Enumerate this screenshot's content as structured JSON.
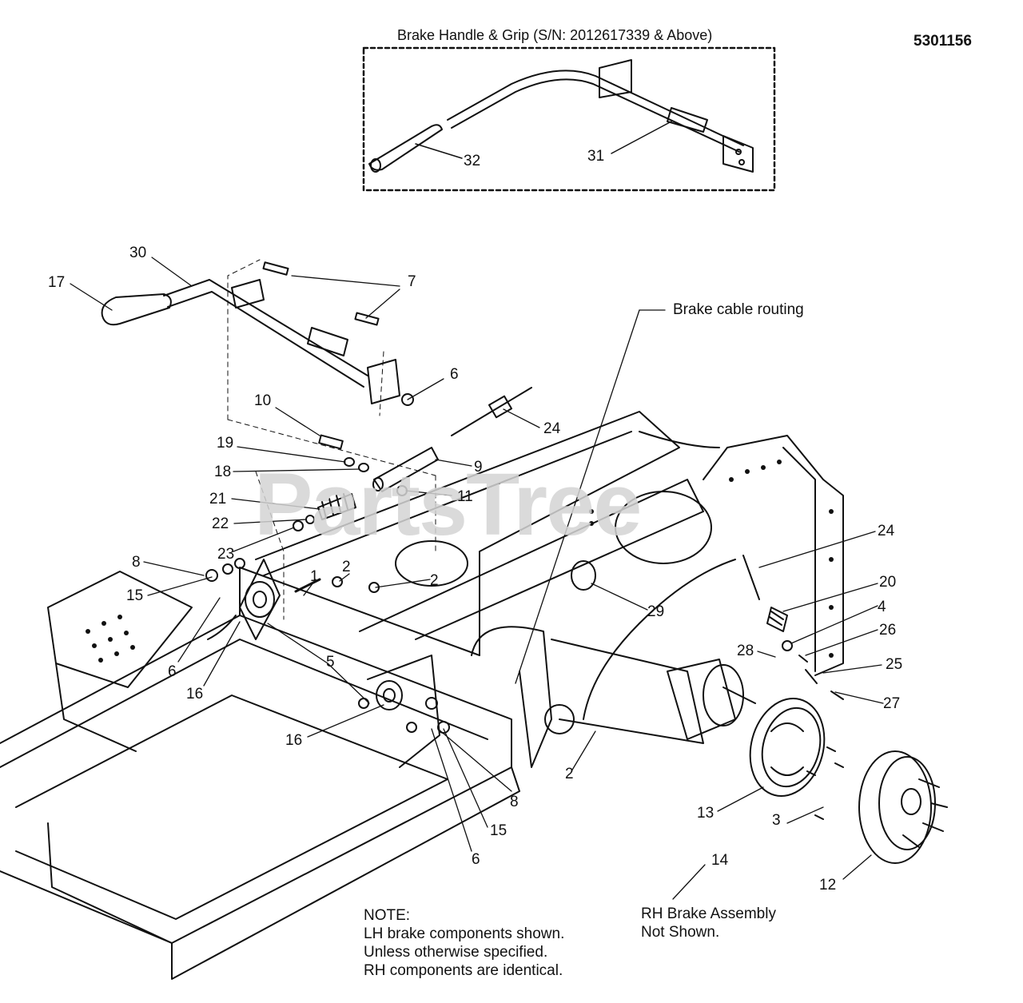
{
  "header": {
    "part_number": "5301156",
    "inset_title": "Brake Handle & Grip (S/N: 2012617339 & Above)"
  },
  "watermark": "PartsTree",
  "labels": {
    "brake_cable_routing": "Brake cable routing"
  },
  "callouts": [
    {
      "id": "c32",
      "text": "32"
    },
    {
      "id": "c31",
      "text": "31"
    },
    {
      "id": "c30",
      "text": "30"
    },
    {
      "id": "c17",
      "text": "17"
    },
    {
      "id": "c7",
      "text": "7"
    },
    {
      "id": "c6a",
      "text": "6"
    },
    {
      "id": "c24a",
      "text": "24"
    },
    {
      "id": "c10",
      "text": "10"
    },
    {
      "id": "c19",
      "text": "19"
    },
    {
      "id": "c18",
      "text": "18"
    },
    {
      "id": "c9",
      "text": "9"
    },
    {
      "id": "c21",
      "text": "21"
    },
    {
      "id": "c11",
      "text": "11"
    },
    {
      "id": "c22",
      "text": "22"
    },
    {
      "id": "c23",
      "text": "23"
    },
    {
      "id": "c24b",
      "text": "24"
    },
    {
      "id": "c8a",
      "text": "8"
    },
    {
      "id": "c1",
      "text": "1"
    },
    {
      "id": "c2a",
      "text": "2"
    },
    {
      "id": "c2b",
      "text": "2"
    },
    {
      "id": "c20",
      "text": "20"
    },
    {
      "id": "c29",
      "text": "29"
    },
    {
      "id": "c15a",
      "text": "15"
    },
    {
      "id": "c4",
      "text": "4"
    },
    {
      "id": "c26",
      "text": "26"
    },
    {
      "id": "c28",
      "text": "28"
    },
    {
      "id": "c6b",
      "text": "6"
    },
    {
      "id": "c5",
      "text": "5"
    },
    {
      "id": "c25",
      "text": "25"
    },
    {
      "id": "c16a",
      "text": "16"
    },
    {
      "id": "c27",
      "text": "27"
    },
    {
      "id": "c16b",
      "text": "16"
    },
    {
      "id": "c2c",
      "text": "2"
    },
    {
      "id": "c8b",
      "text": "8"
    },
    {
      "id": "c13",
      "text": "13"
    },
    {
      "id": "c15b",
      "text": "15"
    },
    {
      "id": "c3",
      "text": "3"
    },
    {
      "id": "c6c",
      "text": "6"
    },
    {
      "id": "c14",
      "text": "14"
    },
    {
      "id": "c12",
      "text": "12"
    }
  ],
  "note": {
    "title": "NOTE:",
    "line1": "LH brake components shown.",
    "line2": "Unless otherwise specified.",
    "line3": "RH components are identical."
  },
  "rh_note": {
    "line1": "RH Brake Assembly",
    "line2": "Not Shown."
  }
}
